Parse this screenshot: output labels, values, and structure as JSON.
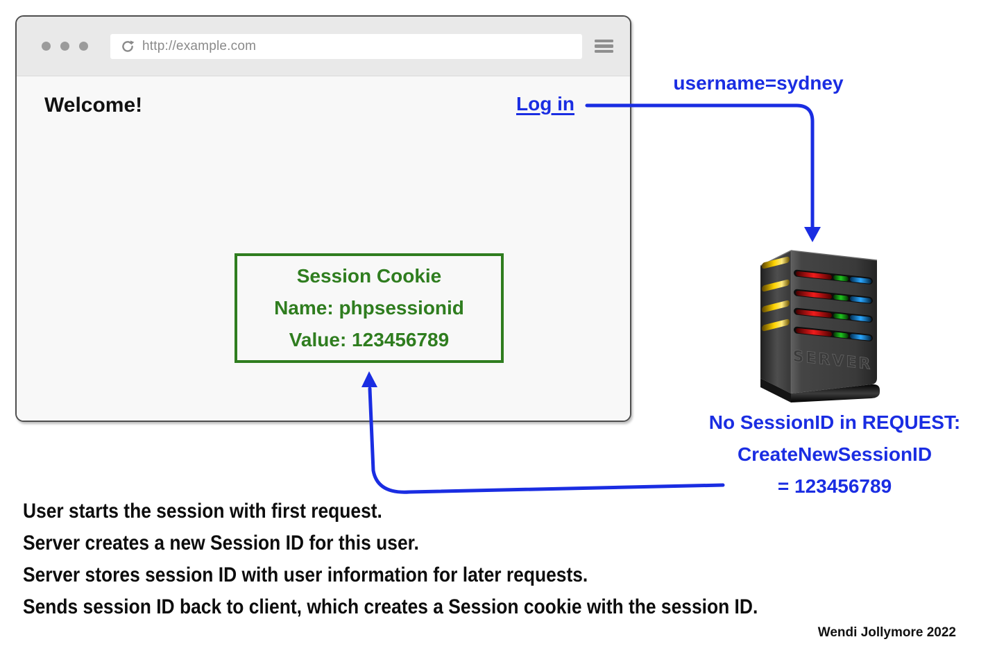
{
  "colors": {
    "accent_blue": "#1a2de2",
    "cookie_green": "#2f7d1f"
  },
  "browser": {
    "url": "http://example.com",
    "welcome": "Welcome!",
    "login": "Log in"
  },
  "cookie": {
    "lines": [
      "Session Cookie",
      "Name: phpsessionid",
      "Value: 123456789"
    ]
  },
  "flow": {
    "request_label": "username=sydney",
    "response_lines": [
      "No SessionID in REQUEST:",
      "CreateNewSessionID",
      "= 123456789"
    ]
  },
  "server": {
    "label": "SERVER"
  },
  "notes": [
    "User starts the session with first request.",
    "Server creates a new Session ID for this user.",
    "Server stores session ID with user information for later requests.",
    "Sends session ID back to client, which creates a Session cookie with the session ID."
  ],
  "credit": "Wendi Jollymore 2022"
}
